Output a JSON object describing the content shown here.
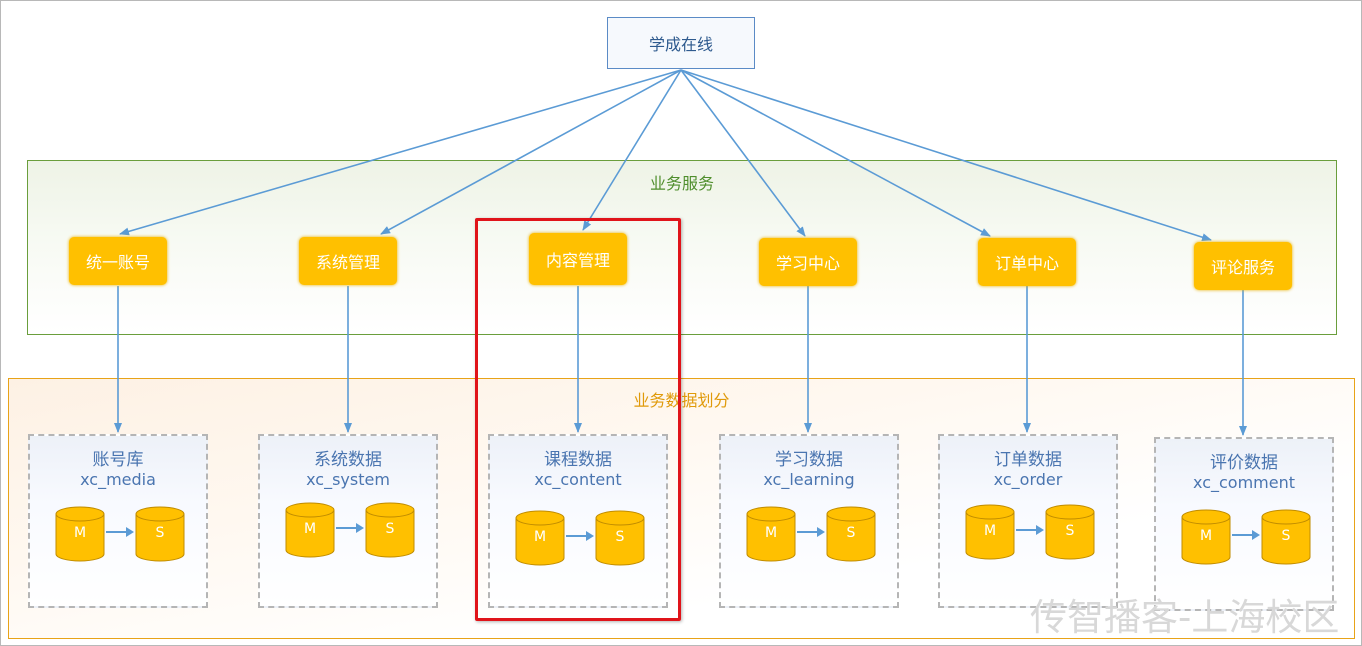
{
  "root": {
    "label": "学成在线"
  },
  "business_services": {
    "title": "业务服务",
    "items": [
      {
        "id": "account",
        "label": "统一账号"
      },
      {
        "id": "system",
        "label": "系统管理"
      },
      {
        "id": "content",
        "label": "内容管理"
      },
      {
        "id": "learning",
        "label": "学习中心"
      },
      {
        "id": "order",
        "label": "订单中心"
      },
      {
        "id": "comment",
        "label": "评论服务"
      }
    ]
  },
  "data_partition": {
    "title": "业务数据划分",
    "databases": [
      {
        "title": "账号库",
        "schema": "xc_media",
        "master": "M",
        "slave": "S"
      },
      {
        "title": "系统数据",
        "schema": "xc_system",
        "master": "M",
        "slave": "S"
      },
      {
        "title": "课程数据",
        "schema": "xc_content",
        "master": "M",
        "slave": "S"
      },
      {
        "title": "学习数据",
        "schema": "xc_learning",
        "master": "M",
        "slave": "S"
      },
      {
        "title": "订单数据",
        "schema": "xc_order",
        "master": "M",
        "slave": "S"
      },
      {
        "title": "评价数据",
        "schema": "xc_comment",
        "master": "M",
        "slave": "S"
      }
    ]
  },
  "highlight": {
    "target": "content",
    "color": "#e0141a"
  },
  "colors": {
    "service_fill": "#ffc000",
    "connector": "#5b9bd5",
    "service_region_border": "#6a9e3c",
    "data_region_border": "#e8a318"
  },
  "watermark": "传智播客-上海校区"
}
